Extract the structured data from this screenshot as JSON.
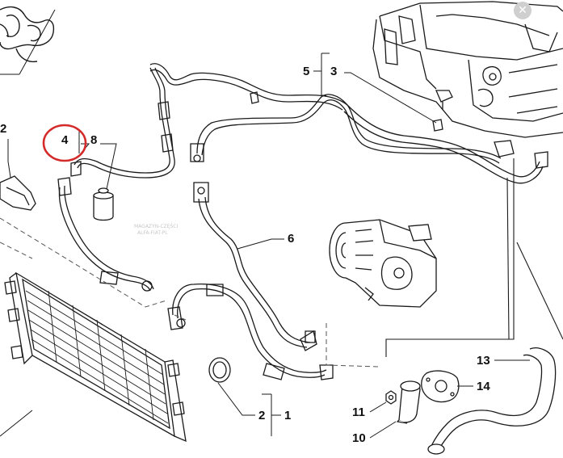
{
  "callouts": {
    "n1": "1",
    "n2_left": "2",
    "n2_bottom": "2",
    "n3": "3",
    "n4": "4",
    "n5": "5",
    "n6": "6",
    "n8": "8",
    "n10": "10",
    "n11": "11",
    "n13": "13",
    "n14": "14"
  },
  "watermark": [
    "MAGAZYN-CZĘŚCI",
    "ALFA-FIAT-PL"
  ],
  "colors": {
    "line": "#1a1a1a",
    "highlight_circle": "#d42a2a",
    "callout_text": "#111111"
  },
  "highlighted_callout": "4"
}
